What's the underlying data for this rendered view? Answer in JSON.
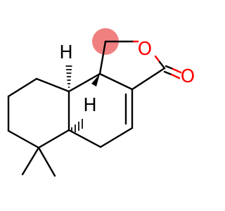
{
  "molecule": {
    "highlight_color": "#f08080",
    "labels": {
      "ring_oxygen": "O",
      "carbonyl_oxygen": "O",
      "hydrogen_upper": "H",
      "hydrogen_lower": "H"
    },
    "label_colors": {
      "oxygen": "#ff0000",
      "hydrogen": "#000000"
    }
  }
}
